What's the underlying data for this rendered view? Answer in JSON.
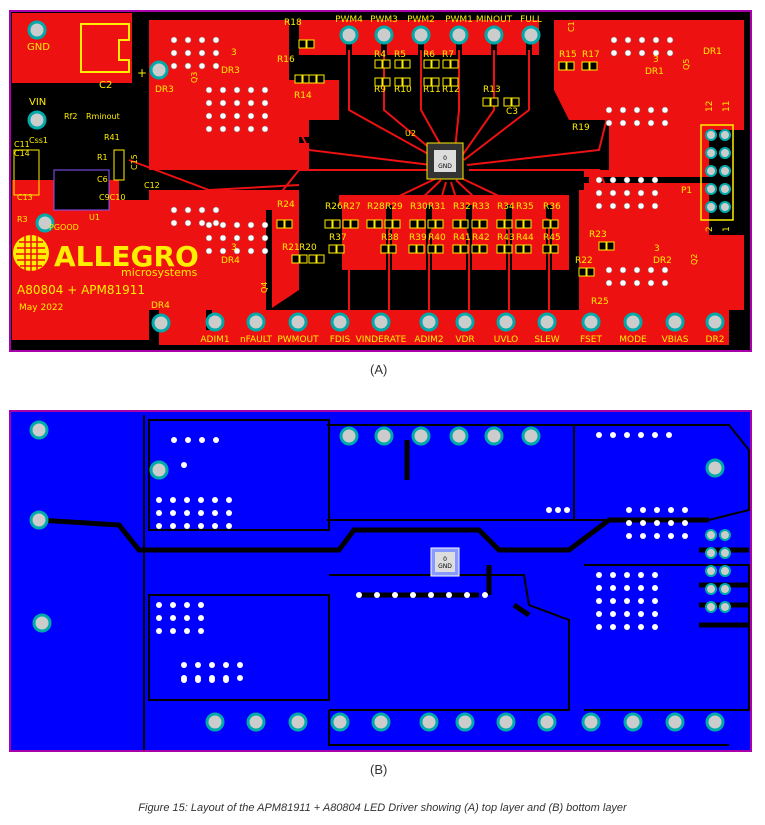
{
  "panel_a": {
    "caption": "(A)",
    "top_labels": [
      "PWM4",
      "PWM3",
      "PWM2",
      "PWM1",
      "MINOUT",
      "FULL"
    ],
    "bottom_labels": [
      "ADIM1",
      "nFAULT",
      "PWMOUT",
      "FDIS",
      "VINDERATE",
      "ADIM2",
      "VDR",
      "UVLO",
      "SLEW",
      "FSET",
      "MODE",
      "VBIAS",
      "DR2"
    ],
    "left_labels": {
      "gnd": "GND",
      "c2": "C2",
      "vin": "VIN",
      "pgood": "PGOOD",
      "u1": "U1",
      "u2": "U2"
    },
    "components": {
      "q3": "Q3",
      "dr3": "DR3",
      "dr3_three": "3",
      "dr3_side": "DR3",
      "dr1": "DR1",
      "dr1_three": "3",
      "dr1_side": "DR1",
      "q5": "Q5",
      "dr4": "DR4",
      "dr4_three": "3",
      "dr4_side": "DR4",
      "q4": "Q4",
      "dr2": "DR2",
      "dr2_three": "3",
      "q2": "Q2",
      "p1": "P1",
      "r18": "R18",
      "r16": "R16",
      "r14": "R14",
      "r4": "R4",
      "r5": "R5",
      "r6": "R6",
      "r7": "R7",
      "r9": "R9",
      "r10": "R10",
      "r11": "R11",
      "r12": "R12",
      "r13": "R13",
      "c3": "C3",
      "r15": "R15",
      "r17": "R17",
      "r19": "R19",
      "c1": "C1",
      "r24": "R24",
      "r21": "R21",
      "r20": "R20",
      "r22": "R22",
      "r23": "R23",
      "r25": "R25",
      "r26": "R26",
      "r27": "R27",
      "r28": "R28",
      "r29": "R29",
      "r30": "R30",
      "r31": "R31",
      "r32": "R32",
      "r33": "R33",
      "r34": "R34",
      "r35": "R35",
      "r36": "R36",
      "r37": "R37",
      "r38": "R38",
      "r39": "R39",
      "r40": "R40",
      "r41": "R41",
      "r42": "R42",
      "r43": "R43",
      "r44": "R44",
      "r45": "R45",
      "rf2": "Rf2",
      "rminout": "Rminout",
      "css1": "Css1",
      "c11": "C11",
      "c14": "C14",
      "r1": "R1",
      "r41_small": "R41",
      "c15": "C15",
      "c12": "C12",
      "c13": "C13",
      "r3": "R3",
      "c9c10": "C9C10",
      "c6": "C6",
      "gnd_chip": "GND",
      "pad_zero": "0",
      "j11": "11",
      "j12": "12",
      "j1": "1",
      "j2": "2"
    },
    "logo": {
      "brand": "ALLEGRO",
      "sub": "microsystems",
      "title": "A80804 + APM81911",
      "date": "May 2022"
    },
    "colors": {
      "board": "#ee1111",
      "copper_dark": "#000000",
      "silk": "#ffee00",
      "outline": "#aa00aa"
    }
  },
  "panel_b": {
    "caption": "(B)",
    "chip_label_zero": "0",
    "chip_label": "GND",
    "colors": {
      "board": "#0000ff",
      "trace": "#000000",
      "outline": "#aa00aa"
    }
  },
  "figure_caption": "Figure 15: Layout of the APM81911 + A80804 LED Driver showing (A) top layer and (B) bottom layer"
}
